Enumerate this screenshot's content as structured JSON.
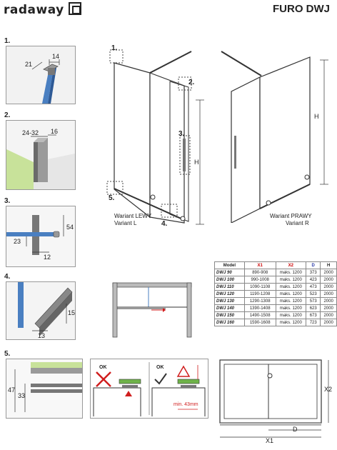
{
  "header": {
    "brand": "radaway",
    "product_title": "FURO DWJ"
  },
  "steps": {
    "s1": {
      "num": "1.",
      "dim_a": "21",
      "dim_b": "14"
    },
    "s2": {
      "num": "2.",
      "dim_a": "24-32",
      "dim_b": "16"
    },
    "s3": {
      "num": "3.",
      "dim_a": "54",
      "dim_b": "23",
      "dim_c": "12"
    },
    "s4": {
      "num": "4.",
      "dim_a": "15",
      "dim_b": "13"
    },
    "s5": {
      "num": "5.",
      "dim_a": "47",
      "dim_b": "33",
      "ok_left": "OK",
      "ok_right": "OK",
      "min_text": "min. 43mm"
    }
  },
  "main_drawing": {
    "callouts": [
      "1.",
      "2.",
      "3.",
      "4.",
      "5."
    ],
    "h_label_left": "H",
    "h_label_right": "H",
    "left_variant_line1": "Wariant LEWY",
    "left_variant_line2": "Variant L",
    "right_variant_line1": "Wariant PRAWY",
    "right_variant_line2": "Variant R"
  },
  "spec_table": {
    "headers": [
      "Model",
      "X1",
      "X2",
      "D",
      "H"
    ],
    "rows": [
      [
        "DWJ 90",
        "890-908",
        "maks. 1200",
        "373",
        "2000"
      ],
      [
        "DWJ 100",
        "990-1008",
        "maks. 1200",
        "423",
        "2000"
      ],
      [
        "DWJ 110",
        "1090-1108",
        "maks. 1200",
        "473",
        "2000"
      ],
      [
        "DWJ 120",
        "1190-1208",
        "maks. 1200",
        "523",
        "2000"
      ],
      [
        "DWJ 130",
        "1290-1308",
        "maks. 1200",
        "573",
        "2000"
      ],
      [
        "DWJ 140",
        "1390-1408",
        "maks. 1200",
        "623",
        "2000"
      ],
      [
        "DWJ 150",
        "1490-1508",
        "maks. 1200",
        "673",
        "2000"
      ],
      [
        "DWJ 160",
        "1590-1608",
        "maks. 1200",
        "723",
        "2000"
      ]
    ]
  },
  "plan_view": {
    "x1": "X1",
    "x2": "X2",
    "d": "D"
  },
  "colors": {
    "glass_blue": "#4a7fc1",
    "wall_green": "#c8e29a",
    "warn_red": "#d01e1e",
    "header_red": "#cc0000",
    "header_blue": "#2a3aa8"
  }
}
